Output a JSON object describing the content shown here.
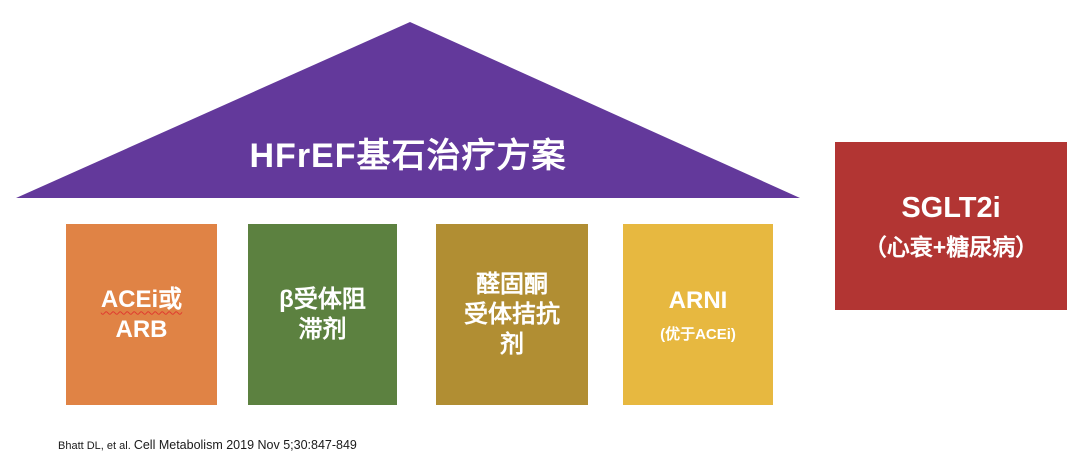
{
  "colors": {
    "roof": "#63399B",
    "pillar_acei": "#E08345",
    "pillar_beta": "#5C8140",
    "pillar_mra": "#B18E33",
    "pillar_arni": "#E7B840",
    "sglt2i_box": "#B23533",
    "text_on_color": "#FFFFFF",
    "squiggle": "#E03A2F",
    "citation_text": "#1A1A1A"
  },
  "roof": {
    "title": "HFrEF基石治疗方案"
  },
  "pillars": [
    {
      "lines": [
        "ACEi或",
        "ARB"
      ]
    },
    {
      "lines": [
        "β受体阻",
        "滞剂"
      ]
    },
    {
      "lines": [
        "醛固酮",
        "受体拮抗",
        "剂"
      ]
    },
    {
      "main": "ARNI",
      "sub": "(优于ACEi)"
    }
  ],
  "sglt2i": {
    "main": "SGLT2i",
    "sub": "（心衰+糖尿病）"
  },
  "citation": {
    "authors": "Bhatt DL, et al. ",
    "source": "Cell Metabolism 2019 Nov 5;30:847-849"
  }
}
